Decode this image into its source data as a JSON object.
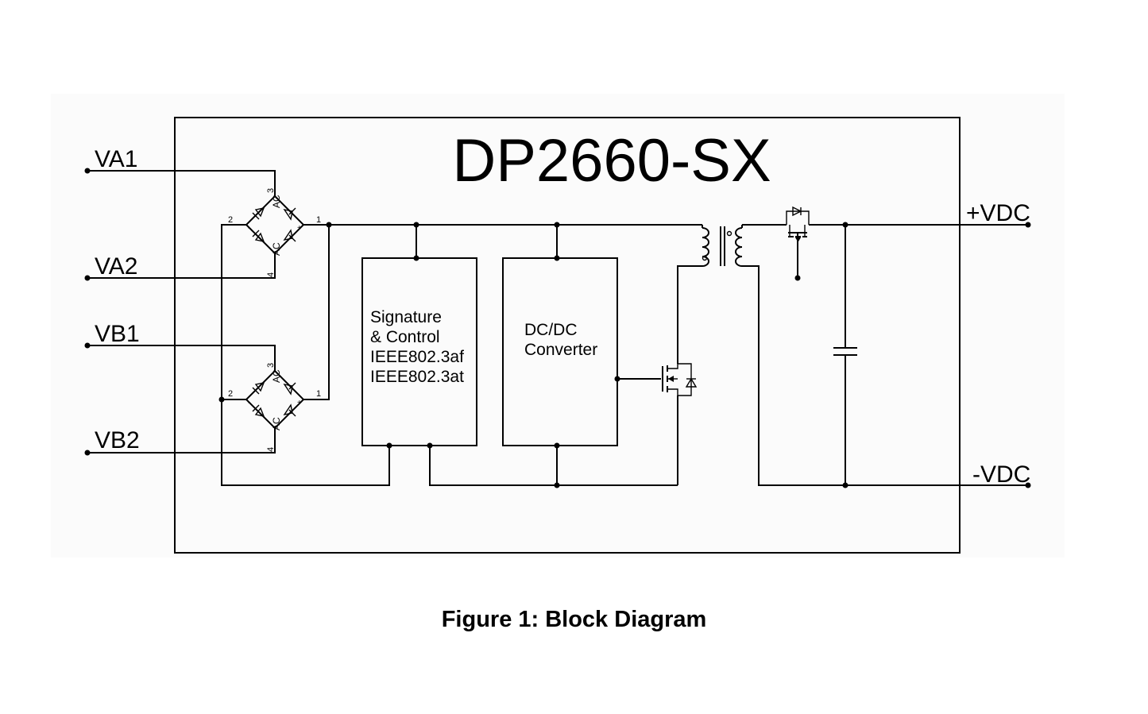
{
  "title": "DP2660-SX",
  "caption": "Figure 1: Block Diagram",
  "inputs": {
    "va1": "VA1",
    "va2": "VA2",
    "vb1": "VB1",
    "vb2": "VB2"
  },
  "outputs": {
    "pos": "+VDC",
    "neg": "-VDC"
  },
  "blocks": {
    "signature": [
      "Signature",
      "& Control",
      "IEEE802.3af",
      "IEEE802.3at"
    ],
    "dcdc": [
      "DC/DC",
      "Converter"
    ]
  },
  "bridge": {
    "ac": "AC",
    "pin1": "1",
    "pin2": "2",
    "pin3": "3",
    "pin4": "4",
    "plus": "+",
    "minus": "-"
  }
}
